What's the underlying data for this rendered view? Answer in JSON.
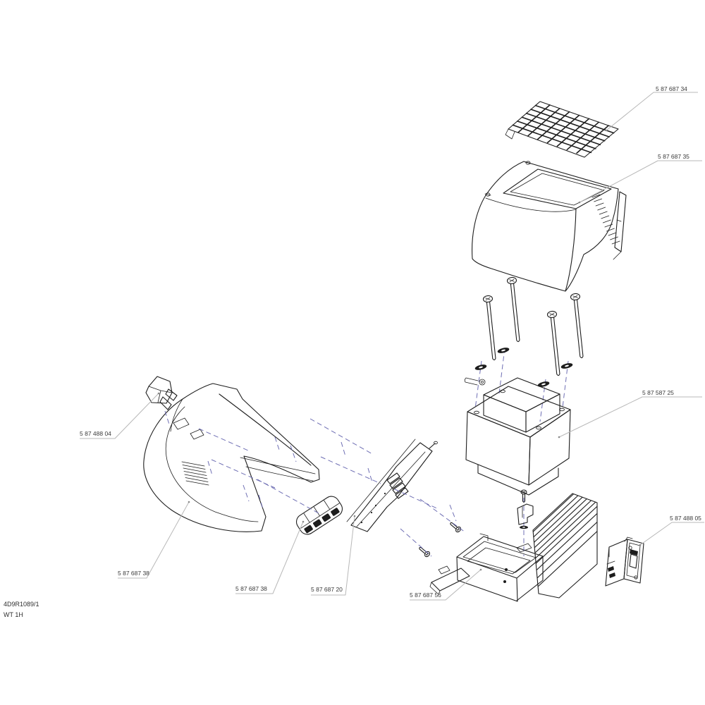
{
  "page": {
    "background_color": "#ffffff"
  },
  "title_block": {
    "drawing_number": "4D9R1089/1",
    "revision_code": "WT 1H"
  },
  "colors": {
    "part_line": "#1e1e1e",
    "leader_line": "#b8b8b8",
    "centerline_dashed": "#6f6fb4",
    "label_text": "#3a3a3a",
    "background": "#ffffff"
  },
  "parts": [
    {
      "name": "ventilation-grille",
      "part_number": "5 87 687 34"
    },
    {
      "name": "top-cover",
      "part_number": "5 87 687 35"
    },
    {
      "name": "transformer",
      "part_number": "5 87 587 25"
    },
    {
      "name": "power-inlet-module",
      "part_number": "5 87 488 05"
    },
    {
      "name": "mains-plug",
      "part_number": "5 87 488 04"
    },
    {
      "name": "main-housing",
      "part_number": "5 87 687 38"
    },
    {
      "name": "vent-insert",
      "part_number": "5 87 687 38"
    },
    {
      "name": "pcb-panel",
      "part_number": "5 87 687 20"
    },
    {
      "name": "chassis-heatsink",
      "part_number": "5 87 687 56"
    }
  ]
}
